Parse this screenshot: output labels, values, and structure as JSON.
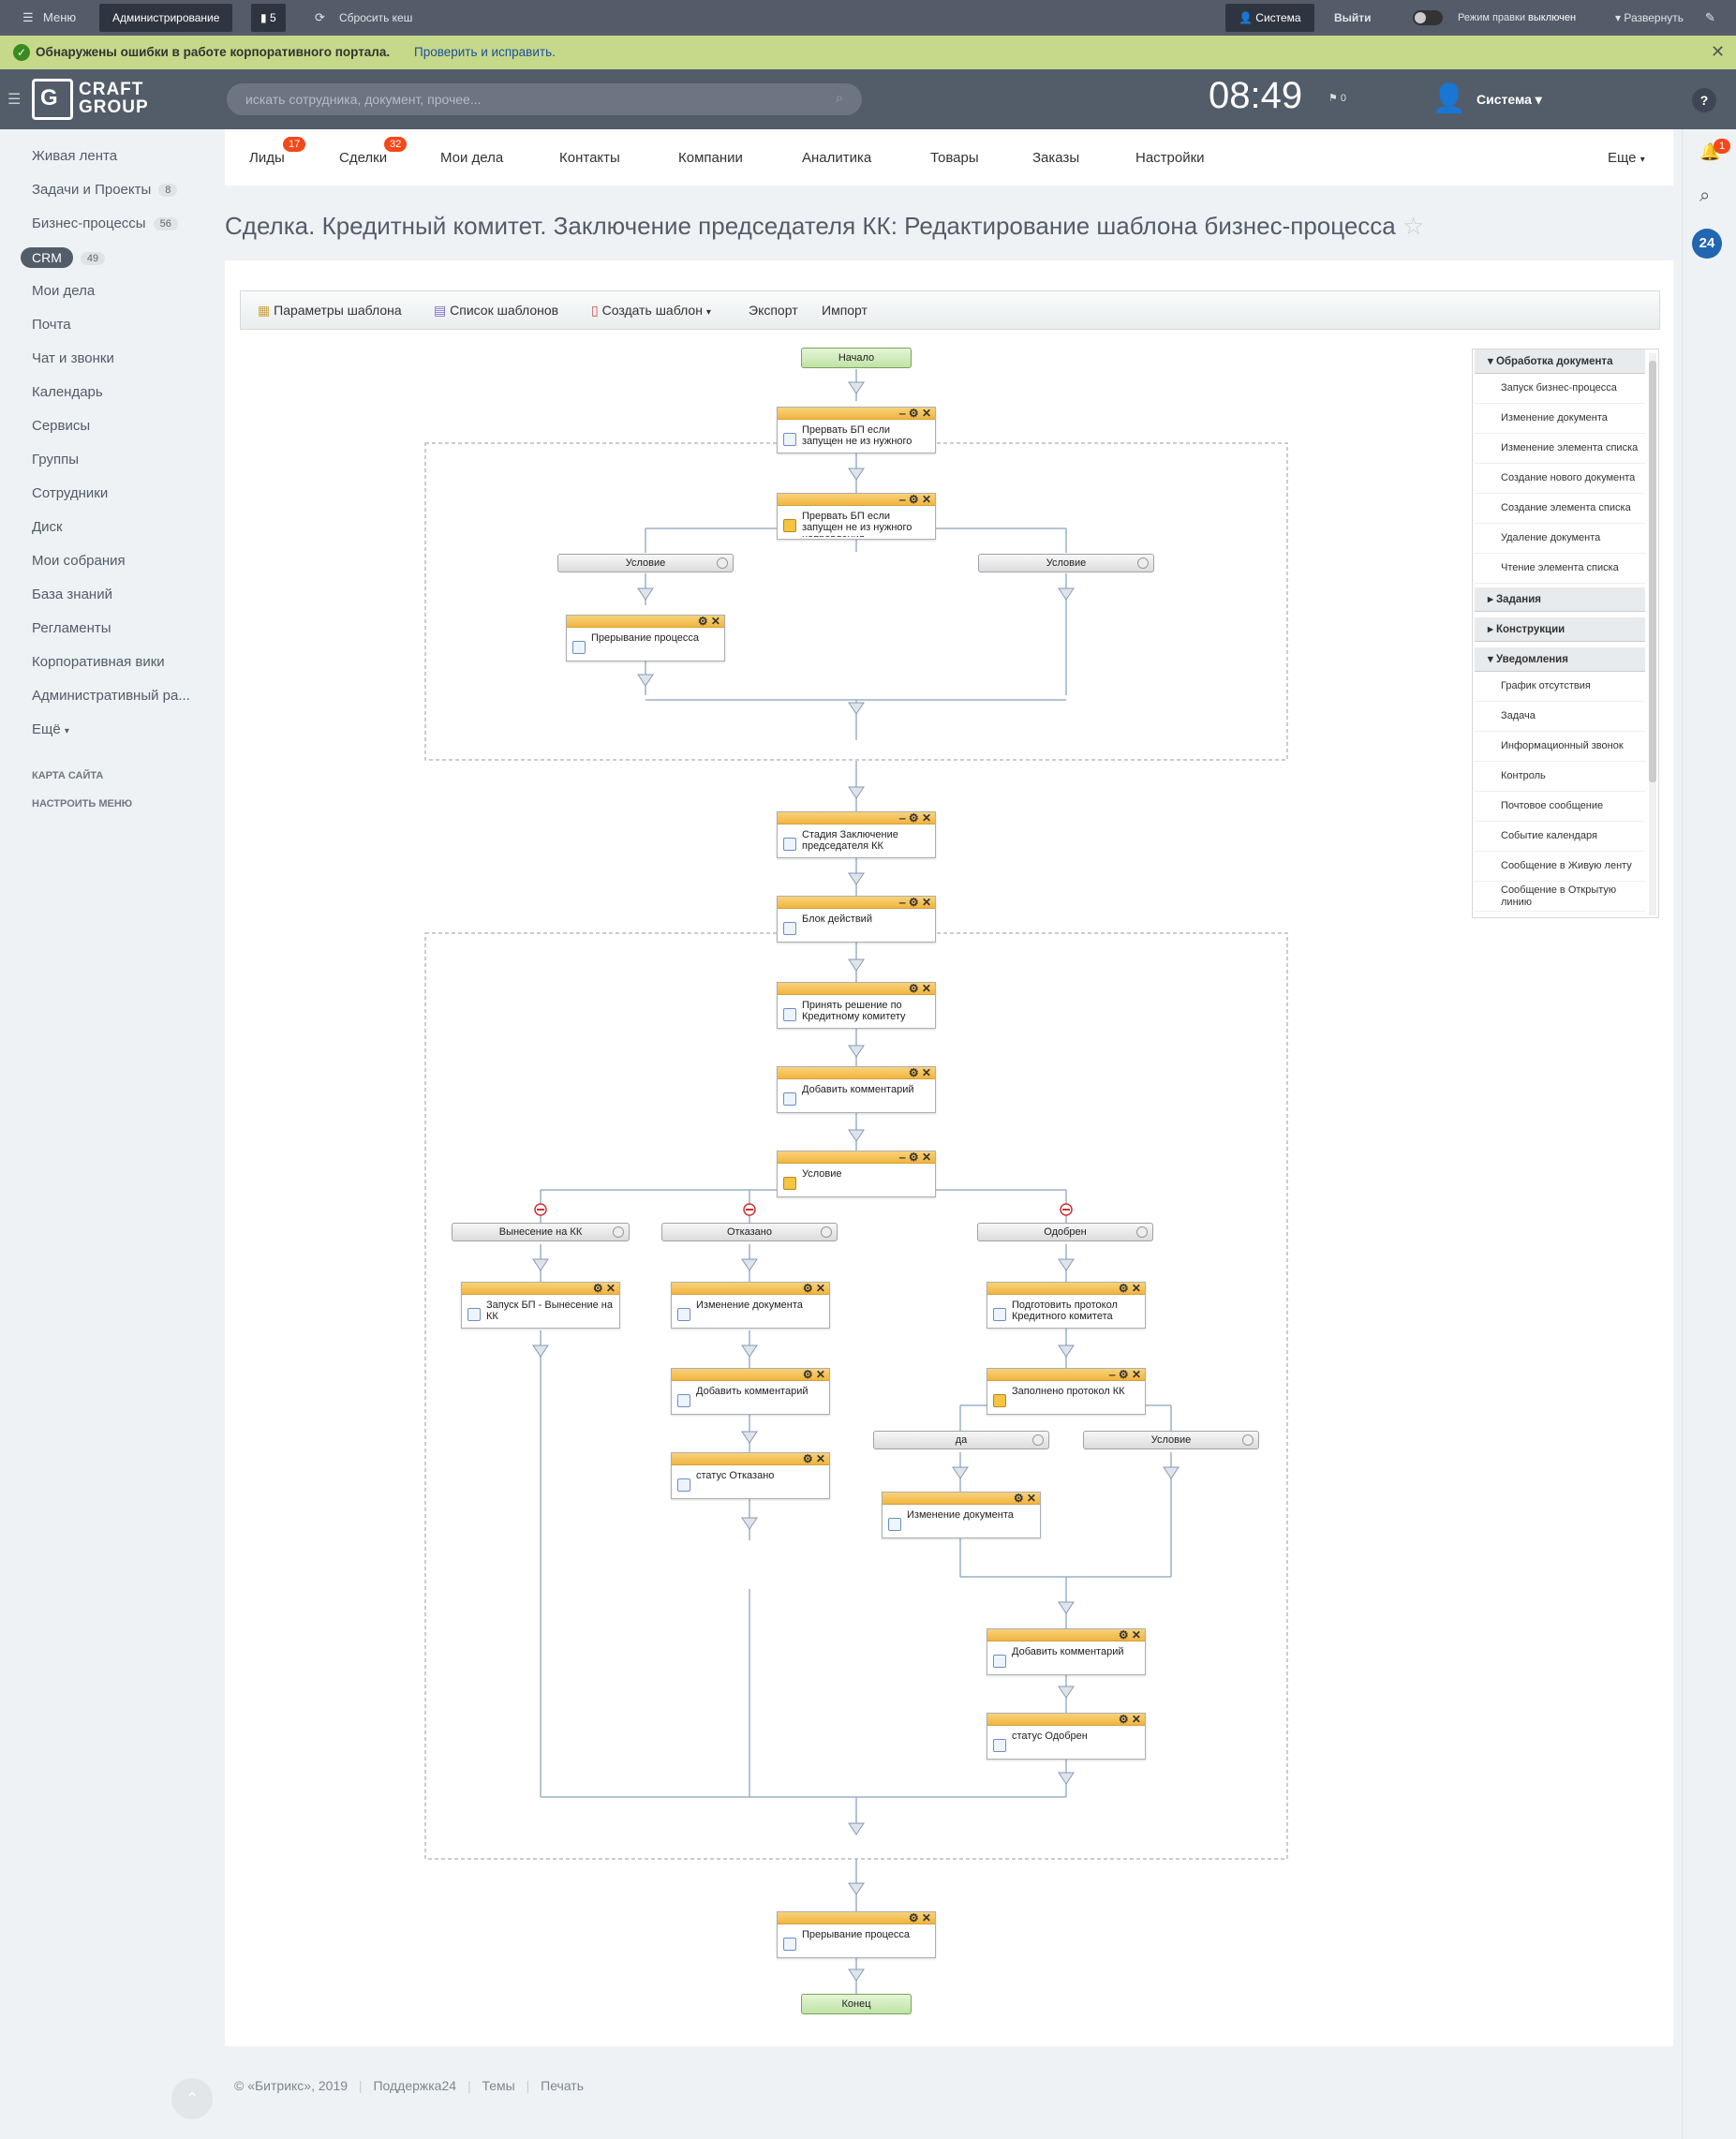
{
  "adminbar": {
    "menu": "Меню",
    "admin": "Администрирование",
    "notify_count": "5",
    "clear_cache": "Сбросить кеш",
    "user": "Система",
    "logout": "Выйти",
    "edit_mode_label": "Режим правки",
    "edit_mode_value": "выключен",
    "expand": "Развернуть"
  },
  "errbar": {
    "message": "Обнаружены ошибки в работе корпоративного портала.",
    "link": "Проверить и исправить."
  },
  "header": {
    "logo_line1": "CRAFT",
    "logo_line2": "GROUP",
    "search_placeholder": "искать сотрудника, документ, прочее...",
    "clock": "08:49",
    "flag_count": "0",
    "user": "Система"
  },
  "leftmenu": {
    "items": [
      {
        "label": "Живая лента"
      },
      {
        "label": "Задачи и Проекты",
        "count": "8"
      },
      {
        "label": "Бизнес-процессы",
        "count": "56"
      },
      {
        "label": "CRM",
        "count": "49"
      },
      {
        "label": "Мои дела"
      },
      {
        "label": "Почта"
      },
      {
        "label": "Чат и звонки"
      },
      {
        "label": "Календарь"
      },
      {
        "label": "Сервисы"
      },
      {
        "label": "Группы"
      },
      {
        "label": "Сотрудники"
      },
      {
        "label": "Диск"
      },
      {
        "label": "Мои собрания"
      },
      {
        "label": "База знаний"
      },
      {
        "label": "Регламенты"
      },
      {
        "label": "Корпоративная вики"
      },
      {
        "label": "Административный ра..."
      },
      {
        "label": "Ещё"
      }
    ],
    "sitemap": "КАРТА САЙТА",
    "configure": "НАСТРОИТЬ МЕНЮ"
  },
  "rail": {
    "bell_count": "1",
    "b24": "24"
  },
  "topnav": {
    "items": [
      {
        "label": "Лиды",
        "badge": "17"
      },
      {
        "label": "Сделки",
        "badge": "32"
      },
      {
        "label": "Мои дела"
      },
      {
        "label": "Контакты"
      },
      {
        "label": "Компании"
      },
      {
        "label": "Аналитика"
      },
      {
        "label": "Товары"
      },
      {
        "label": "Заказы"
      },
      {
        "label": "Настройки"
      }
    ],
    "more": "Еще"
  },
  "page": {
    "title": "Сделка. Кредитный комитет. Заключение председателя КК: Редактирование шаблона бизнес-процесса"
  },
  "toolbar": {
    "params": "Параметры шаблона",
    "list": "Список шаблонов",
    "create": "Создать шаблон",
    "export": "Экспорт",
    "import": "Импорт"
  },
  "palette": {
    "g1": "Обработка документа",
    "g1_items": [
      "Запуск бизнес-процесса",
      "Изменение документа",
      "Изменение элемента списка",
      "Создание нового документа",
      "Создание элемента списка",
      "Удаление документа",
      "Чтение элемента списка"
    ],
    "g2": "Задания",
    "g3": "Конструкции",
    "g4": "Уведомления",
    "g4_items": [
      "График отсутствия",
      "Задача",
      "Информационный звонок",
      "Контроль",
      "Почтовое сообщение",
      "Событие календаря",
      "Сообщение в Живую ленту",
      "Сообщение в Открытую линию"
    ]
  },
  "diagram": {
    "start": "Начало",
    "end": "Конец",
    "a1": "Прервать БП если запущен не из нужного",
    "a2": "Прервать БП если запущен не из нужного направления",
    "c_left": "Условие",
    "c_right": "Условие",
    "a3": "Прерывание процесса",
    "a4": "Стадия Заключение председателя КК",
    "a5": "Блок действий",
    "a6": "Принять решение по Кредитному комитету",
    "a7": "Добавить комментарий",
    "a8": "Условие",
    "b1": "Вынесение на КК",
    "b2": "Отказано",
    "b3": "Одобрен",
    "b1a": "Запуск БП - Вынесение на КК",
    "b2a": "Изменение документа",
    "b2b": "Добавить комментарий",
    "b2c": "статус Отказано",
    "b3a": "Подготовить протокол Кредитного комитета",
    "b3b": "Заполнено протокол КК",
    "d1": "да",
    "d2": "Условие",
    "d1a": "Изменение документа",
    "b3c": "Добавить комментарий",
    "b3d": "статус Одобрен",
    "a9": "Прерывание процесса"
  },
  "footer": {
    "copyright": "© «Битрикс», 2019",
    "support": "Поддержка24",
    "themes": "Темы",
    "print": "Печать"
  },
  "colors": {
    "accent": "#2fc6f6",
    "badge": "#f54819",
    "header": "#535c69",
    "error_bar": "#c6d98a",
    "activity_header": "#f1b53e"
  }
}
